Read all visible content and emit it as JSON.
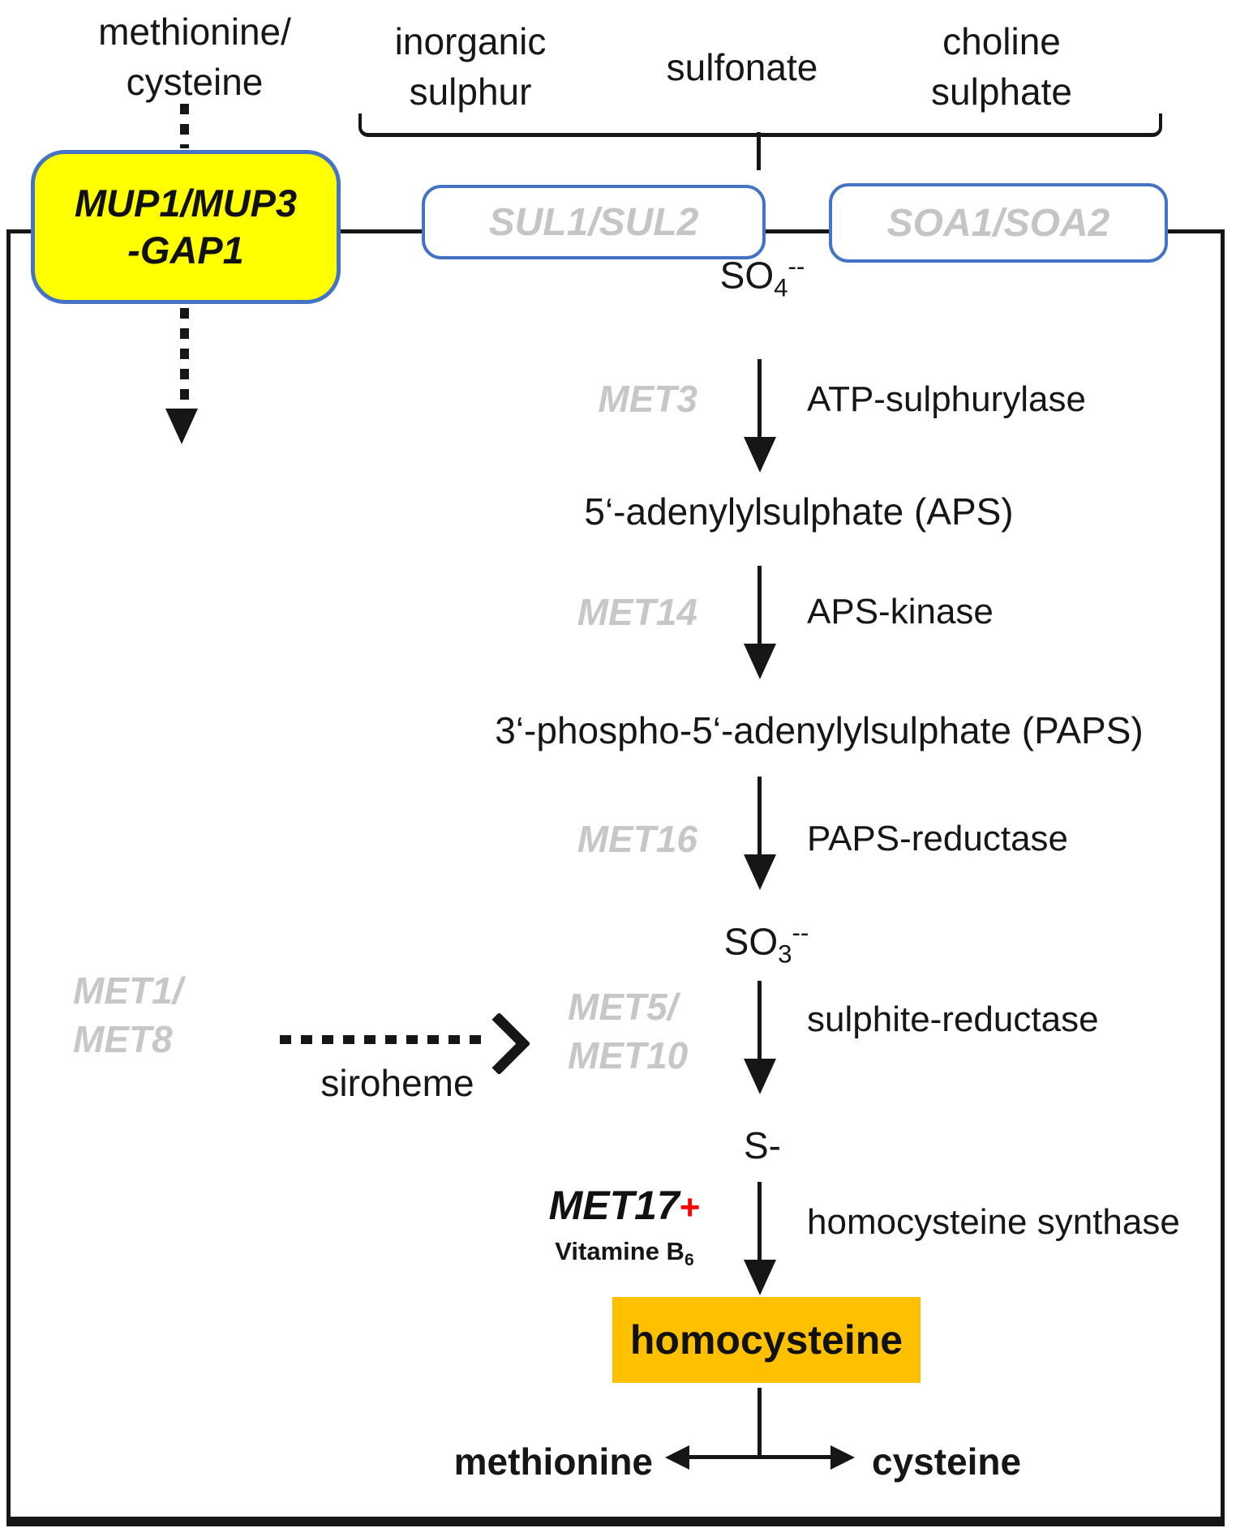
{
  "colors": {
    "mup_box_fill": "#FFFF00",
    "box_border_blue": "#4472C4",
    "gene_gray": "#C7C7C7",
    "homocysteine_box_fill": "#FFC000",
    "plus_red": "#FF0000",
    "line_black": "#161616"
  },
  "top_inputs": {
    "amino": {
      "line1": "methionine/",
      "line2": "cysteine"
    },
    "inorganic": {
      "line1": "inorganic",
      "line2": "sulphur"
    },
    "sulfonate": "sulfonate",
    "choline": {
      "line1": "choline",
      "line2": "sulphate"
    }
  },
  "transporters": {
    "mup": {
      "line1": "MUP1/MUP3",
      "line2": "-GAP1"
    },
    "sul": "SUL1/SUL2",
    "soa": "SOA1/SOA2"
  },
  "metabolites": {
    "so4": {
      "base": "SO",
      "sub": "4",
      "charge": "--"
    },
    "aps": "5‘-adenylylsulphate (APS)",
    "paps": "3‘-phospho-5‘-adenylylsulphate (PAPS)",
    "so3": {
      "base": "SO",
      "sub": "3",
      "charge": "--"
    },
    "s": "S-",
    "homocysteine": "homocysteine",
    "methionine": "methionine",
    "cysteine": "cysteine"
  },
  "steps": {
    "met3": {
      "gene": "MET3",
      "enzyme": "ATP-sulphurylase"
    },
    "met14": {
      "gene": "MET14",
      "enzyme": "APS-kinase"
    },
    "met16": {
      "gene": "MET16",
      "enzyme": "PAPS-reductase"
    },
    "met5_10": {
      "gene_line1": "MET5/",
      "gene_line2": "MET10",
      "enzyme": "sulphite-reductase"
    },
    "met17": {
      "gene": "MET17",
      "plus": "+",
      "cofactor_base": "Vitamine B",
      "cofactor_sub": "6",
      "enzyme": "homocysteine synthase"
    }
  },
  "siroheme_branch": {
    "gene_line1": "MET1/",
    "gene_line2": "MET8",
    "label": "siroheme"
  }
}
